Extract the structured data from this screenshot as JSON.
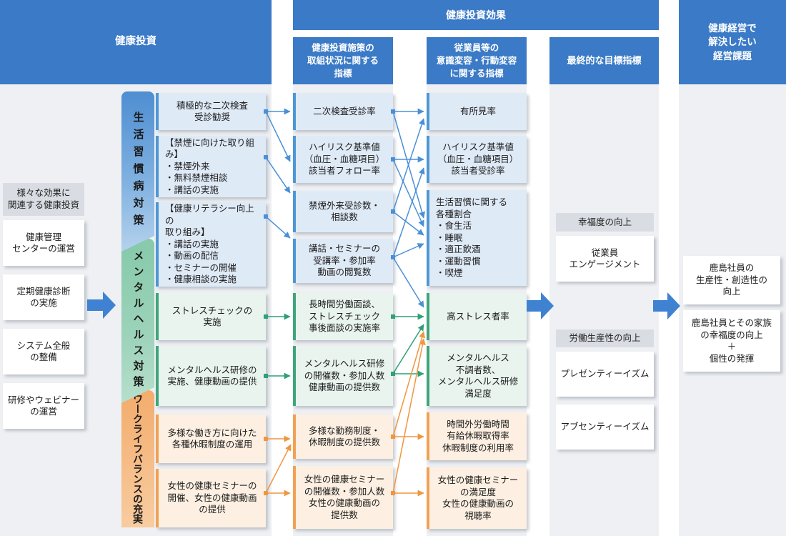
{
  "headers": {
    "investment": "健康投資",
    "effect": "健康投資効果",
    "status_col": "健康投資施策の\n取組状況に関する\n指標",
    "behavior_col": "従業員等の\n意識変容・行動変容\nに関する指標",
    "final_col": "最終的な目標指標",
    "issues_col": "健康経営で\n解決したい\n経営課題"
  },
  "left_panel": {
    "title": "様々な効果に\n関連する健康投資",
    "items": [
      "健康管理\nセンターの運営",
      "定期健康診断\nの実施",
      "システム全般\nの整備",
      "研修やウェビナー\nの運営"
    ]
  },
  "categories": [
    {
      "label": "生活習慣病対策"
    },
    {
      "label": "メンタルヘルス対策"
    },
    {
      "label": "ワークライフバランスの充実"
    }
  ],
  "initiatives": [
    "積極的な二次検査\n受診勧奨",
    "【禁煙に向けた取り組み】\n・禁煙外来\n・無料禁煙相談\n・講話の実施",
    "【健康リテラシー向上の\n取り組み】\n・講話の実施\n・動画の配信\n・セミナーの開催\n・健康相談の実施",
    "ストレスチェックの\n実施",
    "メンタルヘルス研修の\n実施、健康動画の提供",
    "多様な働き方に向けた\n各種休暇制度の運用",
    "女性の健康セミナーの\n開催、女性の健康動画\nの提供"
  ],
  "status_indicators": [
    "二次検査受診率",
    "ハイリスク基準値\n（血圧・血糖項目）\n該当者フォロー率",
    "禁煙外来受診数・\n相談数",
    "講話・セミナーの\n受講率・参加率\n動画の閲覧数",
    "長時間労働面談、\nストレスチェック\n事後面談の実施率",
    "メンタルヘルス研修\nの開催数・参加人数\n健康動画の提供数",
    "多様な勤務制度・\n休暇制度の提供数",
    "女性の健康セミナー\nの開催数・参加人数\n女性の健康動画の\n提供数"
  ],
  "behavior_indicators": [
    "有所見率",
    "ハイリスク基準値\n（血圧・血糖項目）\n該当者受診率",
    "生活習慣に関する\n各種割合\n・食生活\n・睡眠\n・適正飲酒\n・運動習慣\n・喫煙",
    "高ストレス者率",
    "メンタルヘルス\n不調者数、\nメンタルヘルス研修\n満足度",
    "時間外労働時間\n有給休暇取得率\n休暇制度の利用率",
    "女性の健康セミナー\nの満足度\n女性の健康動画の\n視聴率"
  ],
  "final_indicators": {
    "sections": [
      {
        "header": "幸福度の向上",
        "items": [
          "従業員\nエンゲージメント"
        ]
      },
      {
        "header": "労働生産性の向上",
        "items": [
          "プレゼンティーイズム",
          "アブセンティーイズム"
        ]
      }
    ]
  },
  "goals": [
    "鹿島社員の\n生産性・創造性の\n向上",
    "鹿島社員とその家族\nの幸福度の向上\n＋\n個性の発揮"
  ],
  "colors": {
    "header_blue": "#3a7ac6",
    "band_gray": "#eef0f3",
    "lifestyle_blue": "#4e8ed2",
    "mental_green": "#8acaad",
    "worklife_orange": "#f3ac6d",
    "arrow_blue": "#4a90d8",
    "arrow_green": "#2fa077",
    "arrow_orange": "#f0963f",
    "big_arrow_blue": "#3f82d2"
  }
}
